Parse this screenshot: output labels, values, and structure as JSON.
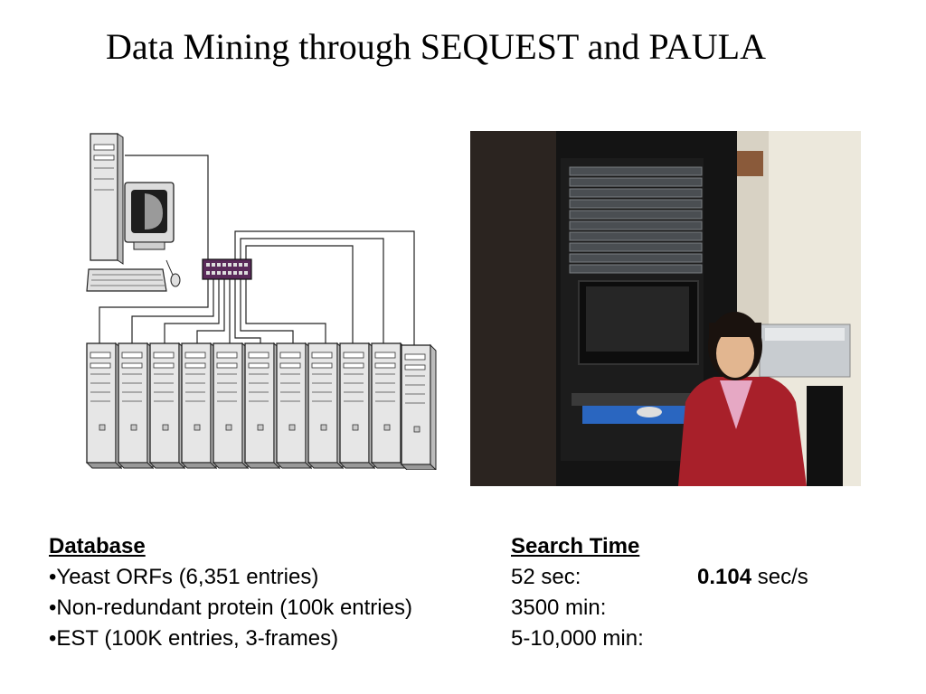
{
  "slide": {
    "title": "Data Mining through SEQUEST and PAULA"
  },
  "database": {
    "heading": "Database",
    "items": [
      "•Yeast ORFs (6,351 entries)",
      "•Non-redundant protein (100k entries)",
      "•EST (100K entries, 3-frames)"
    ]
  },
  "search_time": {
    "heading": "Search Time",
    "rows": [
      "52 sec:",
      "3500 min:",
      "5-10,000 min:"
    ],
    "rate_value": "0.104",
    "rate_unit": " sec/s"
  },
  "colors": {
    "server_fill": "#e6e6e6",
    "switch_fill": "#5a2a5a",
    "rack_dark": "#141414"
  }
}
